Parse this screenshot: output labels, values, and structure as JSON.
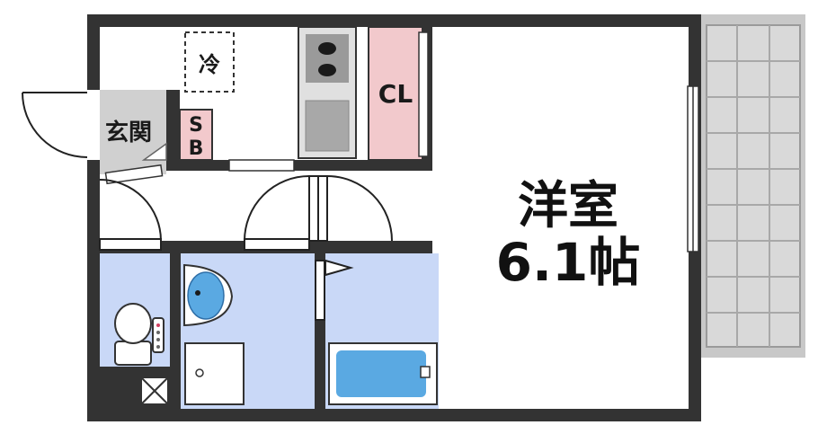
{
  "rooms": {
    "western_room": {
      "name": "洋室",
      "size": "6.1帖"
    },
    "closet": "CL",
    "entrance": "玄関",
    "shoe_box": "SB",
    "fridge_space": "冷"
  },
  "colors": {
    "wall": "#333333",
    "floor": "#ffffff",
    "wet_area": "#c9d8f7",
    "closet": "#f2c9cc",
    "entrance": "#d0d0d0",
    "balcony": "#c8c8c8",
    "tub": "#5aa9e2"
  }
}
